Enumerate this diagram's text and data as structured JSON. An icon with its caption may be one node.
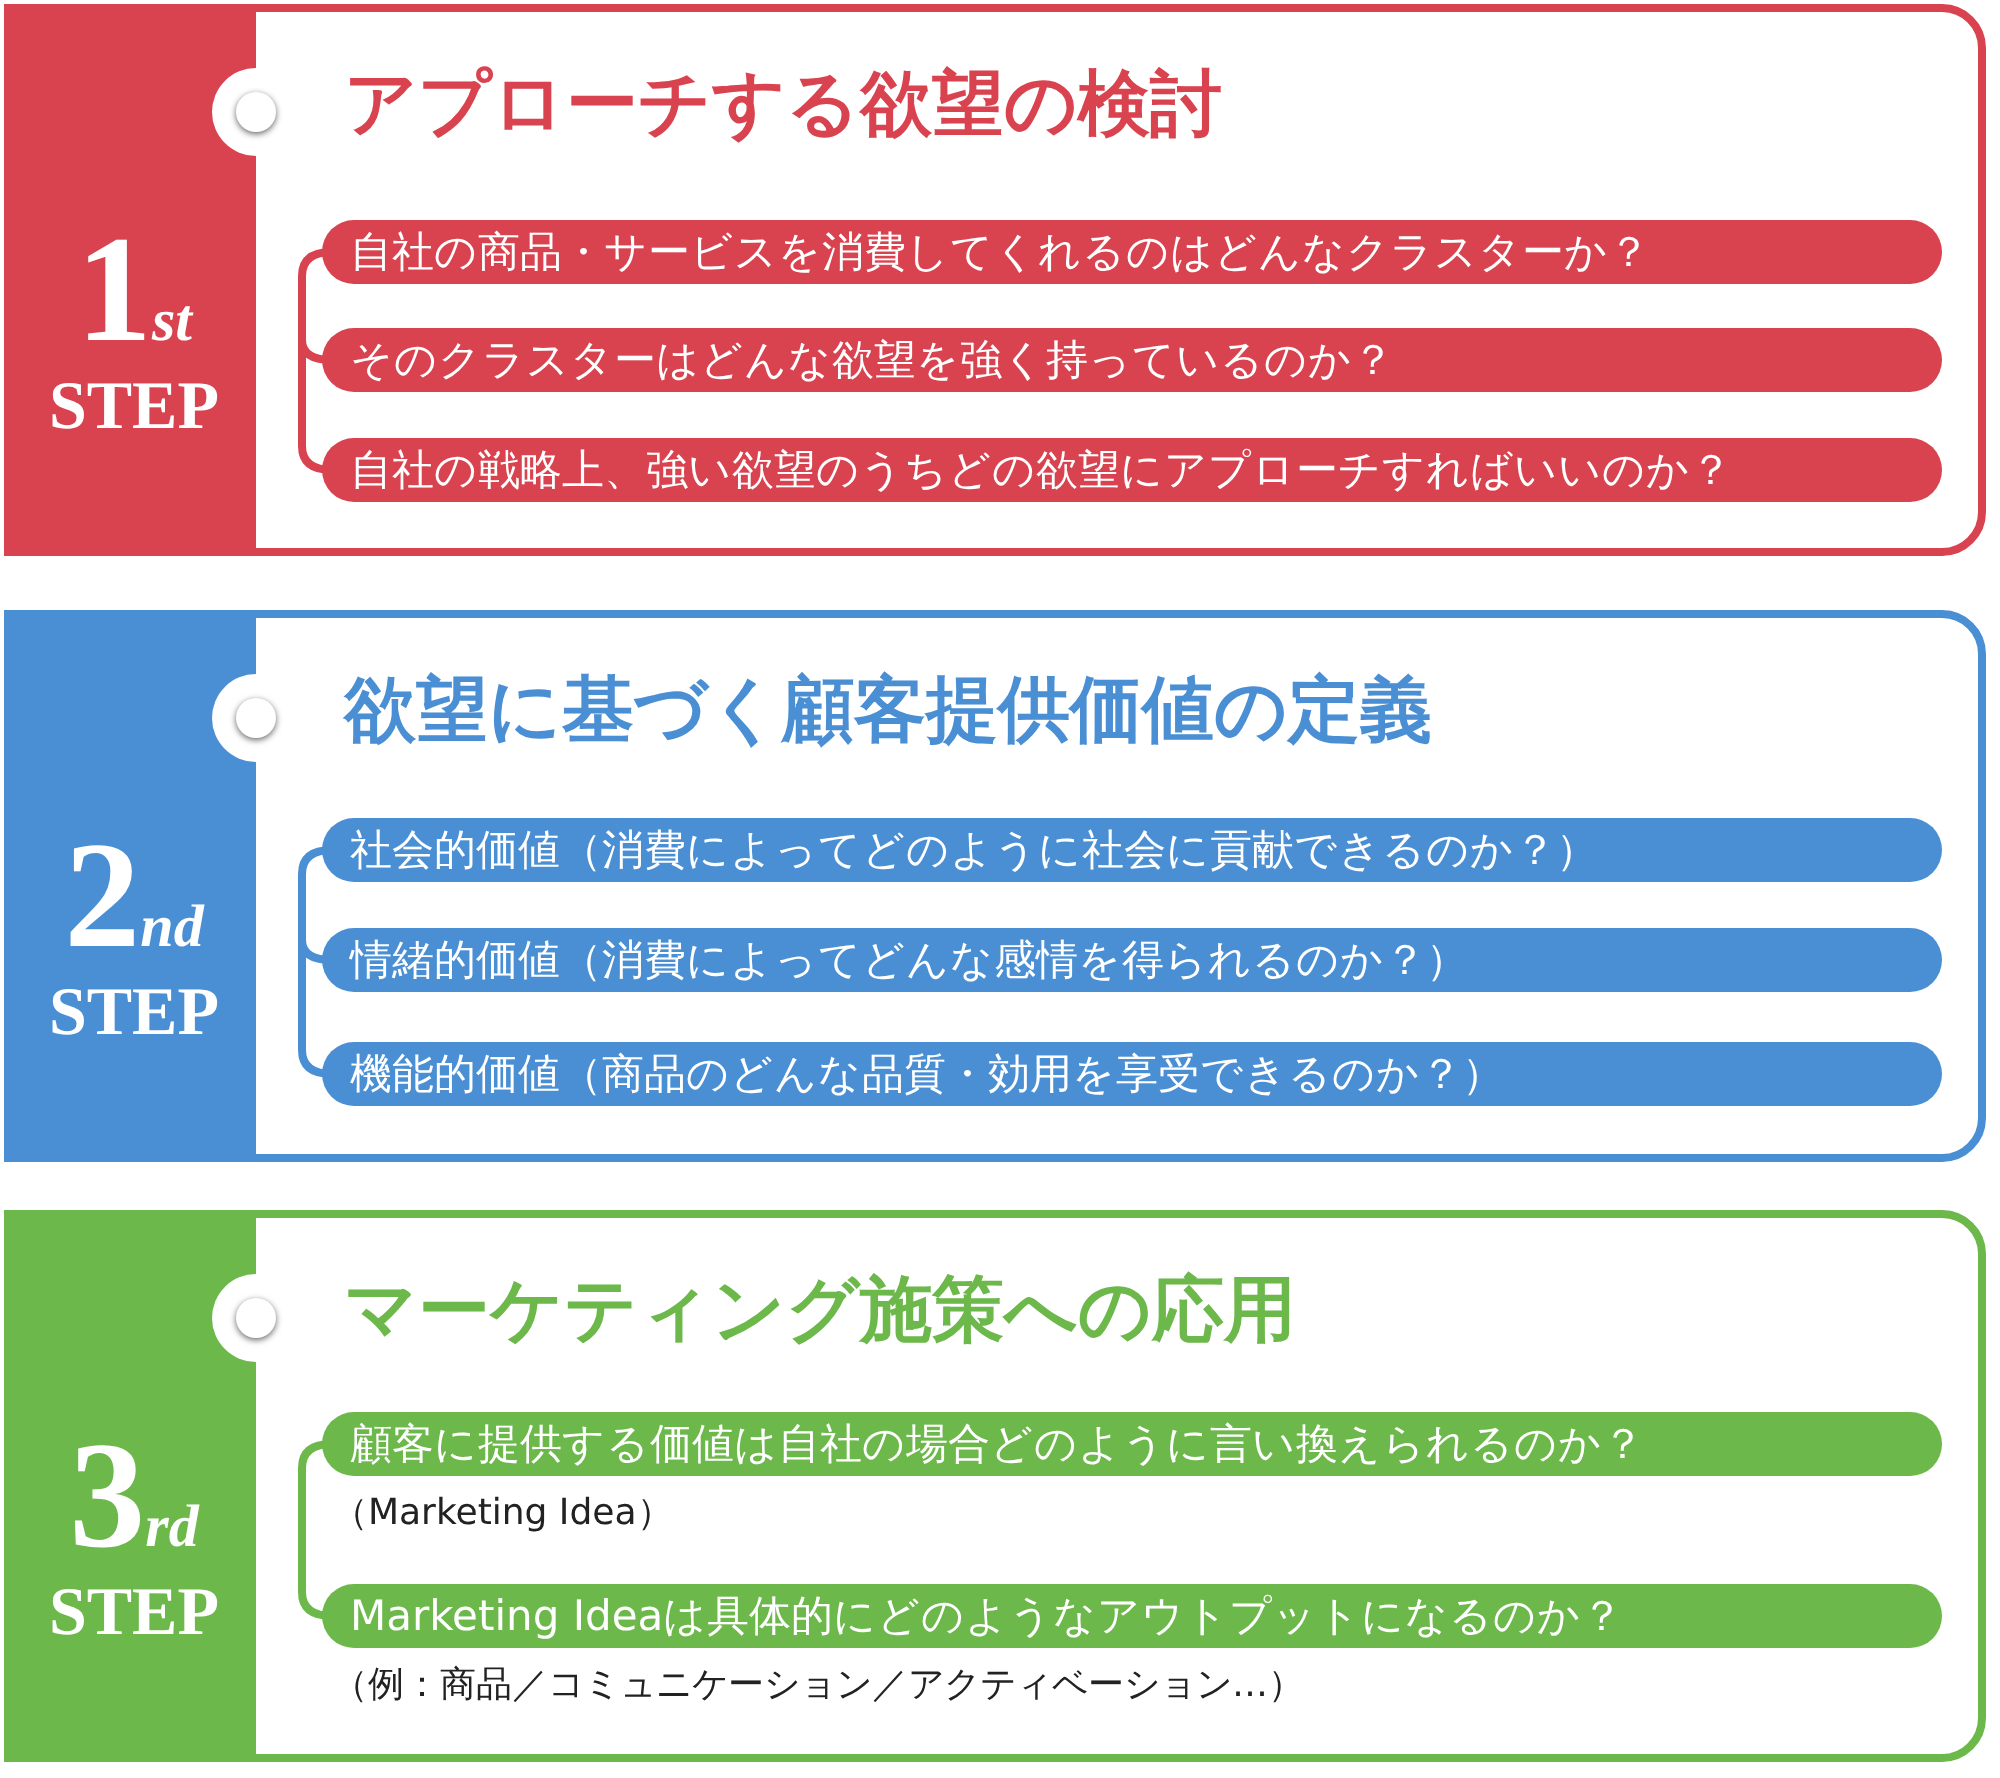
{
  "diagram": {
    "nodes": [
      {
        "text": [
          "1$_{st}$ STEP",
          "アプローチする欲望の検討"
        ]
      },
      {
        "text": [
          "自社の商品・サービスを消費してくれるのはどんなクラスターか？"
        ],
        "in": 0
      },
      {
        "text": [
          "そのクラスターはどんな欲望を強く持っているのか？"
        ],
        "in": 0
      },
      {
        "text": [
          "自社の戦略上、強い欲望のうちどの欲望にアプローチすればいいのか？"
        ],
        "in": 0
      },
      {
        "text": [
          "2$_{nd}$ STEP",
          "欲望に基づく顧客提供価値の定義"
        ]
      },
      {
        "text": [
          "社会的価値（消費によってどのように社会に貢献できるのか？）"
        ],
        "in": 4
      },
      {
        "text": [
          "情緒的価値（消費によってどんな感情を得られるのか？）"
        ],
        "in": 4
      },
      {
        "text": [
          "機能的価値（商品のどんな品質・効用を享受できるのか？）"
        ],
        "in": 4
      },
      {
        "text": [
          "3$_{rd}$ STEP",
          "マーケティング施策への応用"
        ]
      },
      {
        "text": [
          "顧客に提供する価値は自社の場合どのように言い換えられるのか？"
        ],
        "in": 8,
        "beside": [
          "（Marketing Idea）"
        ]
      },
      {
        "text": [
          "Marketing Ideaは具体的にどのようなアウトプットになるのか？"
        ],
        "in": 8,
        "beside": [
          "（例：商品／コミュニケーション／アクティベーション…）"
        ]
      }
    ]
  }
}
